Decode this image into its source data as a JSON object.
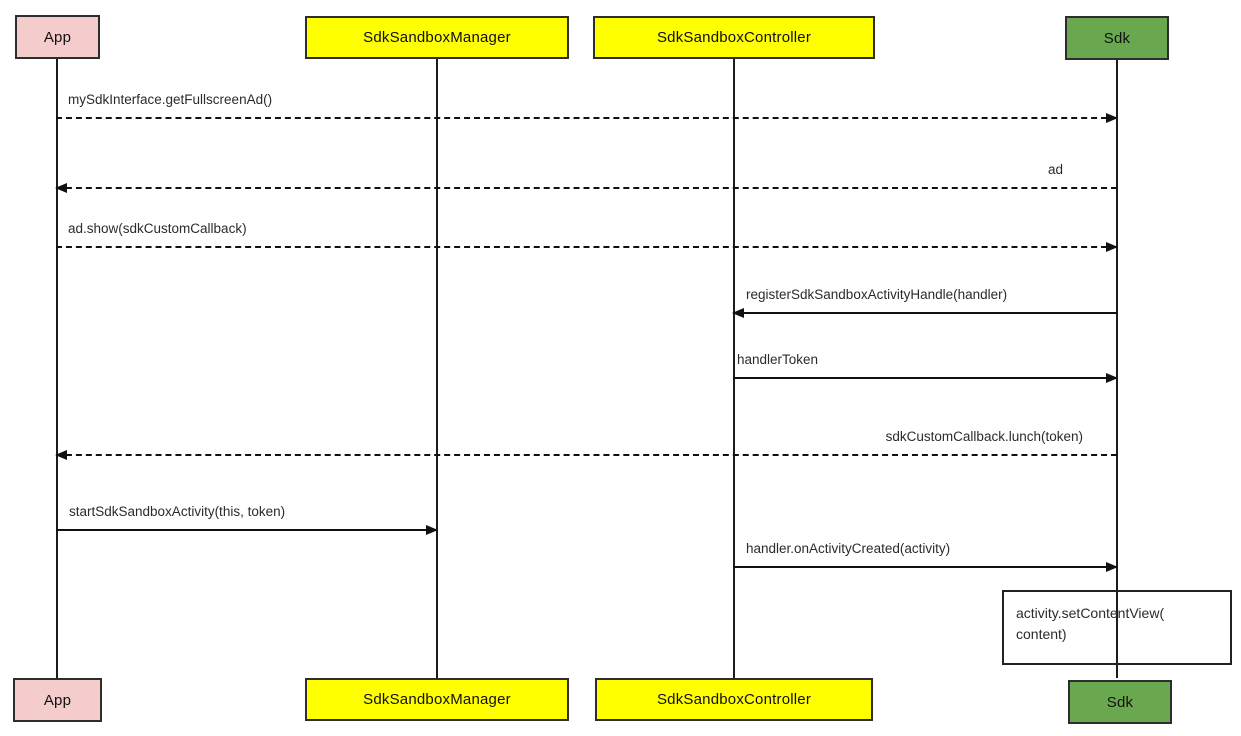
{
  "actors": [
    {
      "name": "App",
      "fill": "#f4cccc"
    },
    {
      "name": "SdkSandboxManager",
      "fill": "#ffff00"
    },
    {
      "name": "SdkSandboxController",
      "fill": "#ffff00"
    },
    {
      "name": "Sdk",
      "fill": "#6aa84f"
    }
  ],
  "messages": [
    {
      "label": "mySdkInterface.getFullscreenAd()",
      "from": "App",
      "to": "Sdk",
      "line": "dashed"
    },
    {
      "label": "ad",
      "from": "Sdk",
      "to": "App",
      "line": "dashed"
    },
    {
      "label": "ad.show(sdkCustomCallback)",
      "from": "App",
      "to": "Sdk",
      "line": "dashed"
    },
    {
      "label": "registerSdkSandboxActivityHandle(handler)",
      "from": "Sdk",
      "to": "SdkSandboxController",
      "line": "solid"
    },
    {
      "label": "handlerToken",
      "from": "SdkSandboxController",
      "to": "Sdk",
      "line": "solid"
    },
    {
      "label": "sdkCustomCallback.lunch(token)",
      "from": "Sdk",
      "to": "App",
      "line": "dashed"
    },
    {
      "label": "startSdkSandboxActivity(this, token)",
      "from": "App",
      "to": "SdkSandboxManager",
      "line": "solid"
    },
    {
      "label": "handler.onActivityCreated(activity)",
      "from": "SdkSandboxController",
      "to": "Sdk",
      "line": "solid"
    }
  ],
  "note": {
    "line1": "activity.setContentView(",
    "line2": "content)"
  },
  "theme": {
    "app_fill": "#f4cccc",
    "sandbox_fill": "#ffff00",
    "sdk_fill": "#6aa84f",
    "line_color": "#111111",
    "border_color": "#2d2d2d",
    "background": "#ffffff"
  }
}
